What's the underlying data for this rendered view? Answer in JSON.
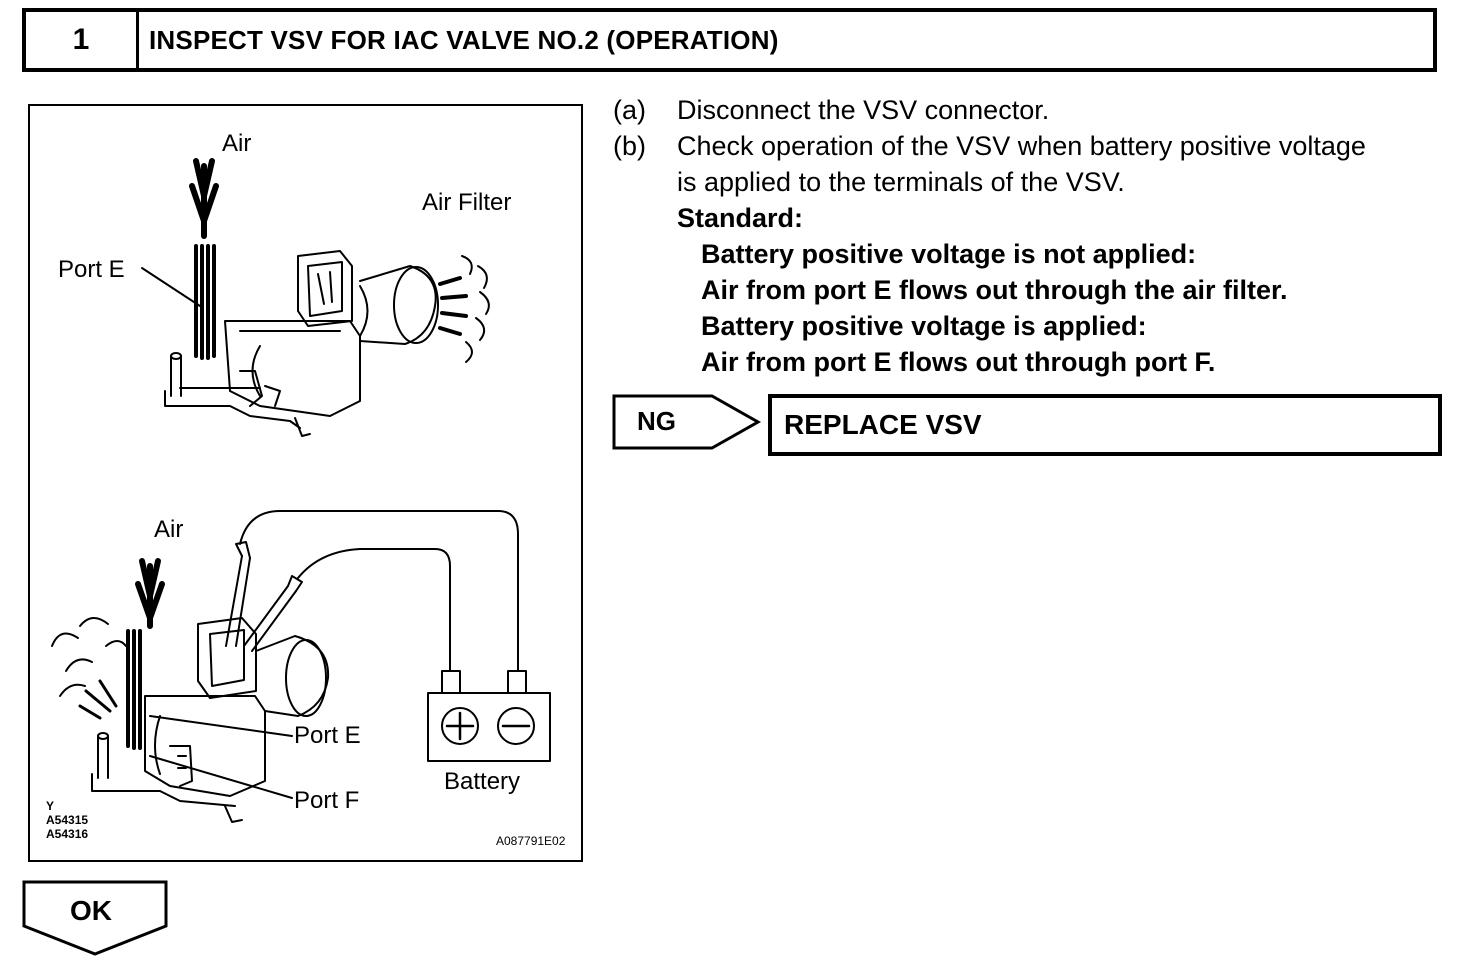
{
  "header": {
    "number": "1",
    "title": "INSPECT VSV FOR IAC VALVE NO.2 (OPERATION)"
  },
  "figure": {
    "top_labels": {
      "air": "Air",
      "port_e": "Port E",
      "air_filter": "Air Filter"
    },
    "bottom_labels": {
      "air": "Air",
      "port_e": "Port E",
      "port_f": "Port F",
      "battery": "Battery"
    },
    "codes": {
      "left_line1": "Y",
      "left_line2": "A54315",
      "left_line3": "A54316",
      "right": "A087791E02"
    }
  },
  "steps": [
    {
      "marker": "(a)",
      "text": "Disconnect the VSV connector."
    },
    {
      "marker": "(b)",
      "text": "Check operation of the VSV when battery positive voltage is applied to the terminals of the VSV."
    }
  ],
  "standard": {
    "heading": "Standard:",
    "conditions": [
      "Battery positive voltage is not applied:",
      "Air from port E flows out through the air filter.",
      "Battery positive voltage is applied:",
      "Air from port E flows out through port F."
    ]
  },
  "ng": {
    "label": "NG",
    "action": "REPLACE VSV"
  },
  "ok": {
    "label": "OK"
  }
}
